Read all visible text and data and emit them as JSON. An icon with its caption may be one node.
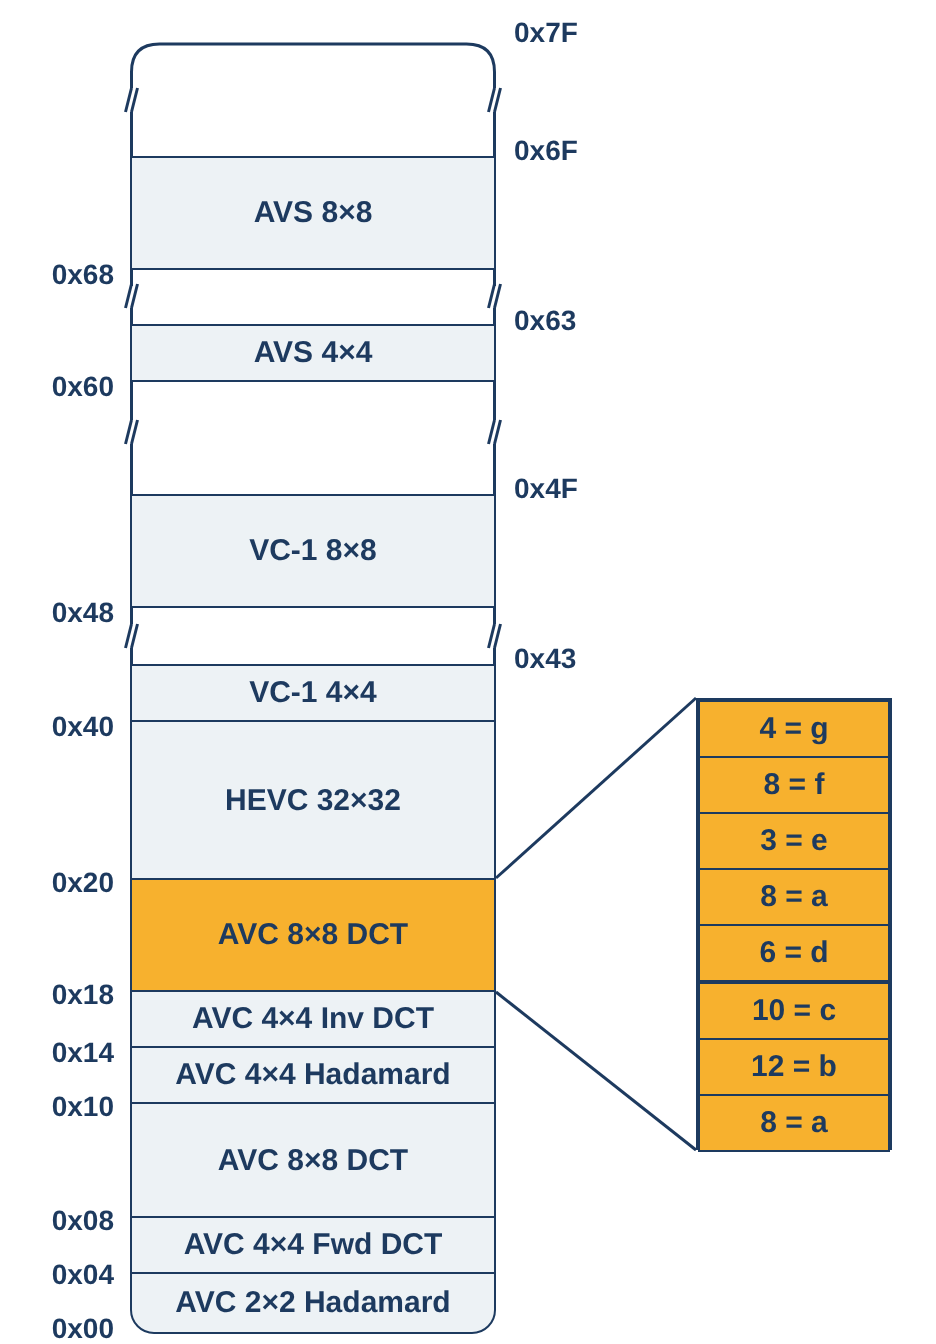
{
  "diagram": {
    "nodes": [
      {
        "text": [
          "AVS 8×8"
        ]
      },
      {
        "text": [
          "AVS 4×4"
        ]
      },
      {
        "text": [
          "VC-1 8×8"
        ]
      },
      {
        "text": [
          "VC-1 4×4"
        ]
      },
      {
        "text": [
          "HEVC 32×32"
        ]
      },
      {
        "text": [
          "AVC 8×8 DCT"
        ]
      },
      {
        "text": [
          "AVC 4×4 Inv DCT"
        ]
      },
      {
        "text": [
          "AVC 4×4 Hadamard"
        ]
      },
      {
        "text": [
          "AVC 8×8 DCT"
        ]
      },
      {
        "text": [
          "AVC 4×4 Fwd DCT"
        ]
      },
      {
        "text": [
          "AVC 2×2 Hadamard"
        ]
      },
      {
        "text": [],
        "shape": "box"
      },
      {
        "text": [
          "4 = g"
        ],
        "in": 11
      },
      {
        "text": [
          "8 = f"
        ],
        "in": 11
      },
      {
        "text": [
          "3 = e"
        ],
        "in": 11
      },
      {
        "text": [
          "8 = a"
        ],
        "in": 11
      },
      {
        "text": [
          "6 = d"
        ],
        "in": 11
      },
      {
        "text": [
          "10 = c"
        ],
        "in": 11
      },
      {
        "text": [
          "12 = b"
        ],
        "in": 11
      },
      {
        "text": [
          "8 = a"
        ],
        "in": 11
      }
    ],
    "edges": [
      {
        "from": 5,
        "to": 11,
        "arrow": "none"
      },
      {
        "from": 5,
        "to": 11,
        "arrow": "none"
      }
    ],
    "labels": [
      "0x7F",
      "0x6F",
      "0x68",
      "0x63",
      "0x60",
      "0x4F",
      "0x48",
      "0x43",
      "0x40",
      "0x20",
      "0x18",
      "0x14",
      "0x10",
      "0x08",
      "0x04",
      "0x00"
    ]
  }
}
